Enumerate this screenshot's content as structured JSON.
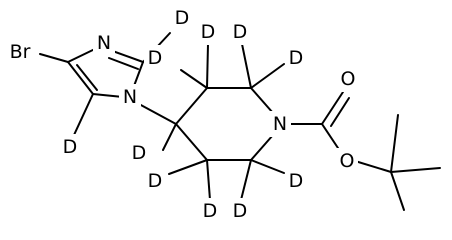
{
  "molecule": {
    "atom_labels": {
      "bromine": "Br",
      "imidazole_n3": "N",
      "imidazole_n1": "N",
      "piperidine_n": "N",
      "carbonyl_o": "O",
      "ester_o": "O",
      "deuterium": "D"
    }
  }
}
